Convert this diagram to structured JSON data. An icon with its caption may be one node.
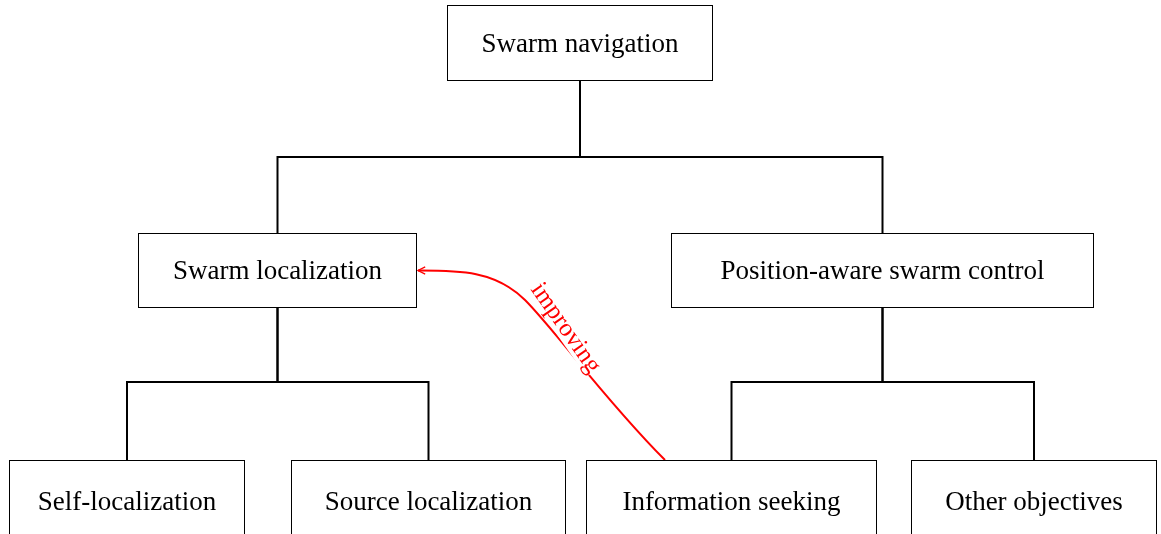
{
  "diagram": {
    "nodes": [
      {
        "text": [
          "Swarm navigation"
        ]
      },
      {
        "text": [
          "Swarm localization"
        ]
      },
      {
        "text": [
          "Position-aware swarm control"
        ]
      },
      {
        "text": [
          "Self-localization"
        ]
      },
      {
        "text": [
          "Source localization"
        ]
      },
      {
        "text": [
          "Information seeking"
        ]
      },
      {
        "text": [
          "Other objectives"
        ]
      }
    ],
    "edges": [
      {
        "from": 0,
        "to": 1,
        "arrow": "none"
      },
      {
        "from": 0,
        "to": 2,
        "arrow": "none"
      },
      {
        "from": 1,
        "to": 3,
        "arrow": "none"
      },
      {
        "from": 1,
        "to": 4,
        "arrow": "none"
      },
      {
        "from": 2,
        "to": 5,
        "arrow": "none"
      },
      {
        "from": 2,
        "to": 6,
        "arrow": "none"
      },
      {
        "from": 5,
        "to": 1,
        "arrow": "to",
        "label": "improving",
        "color": "#ff0000"
      }
    ]
  }
}
